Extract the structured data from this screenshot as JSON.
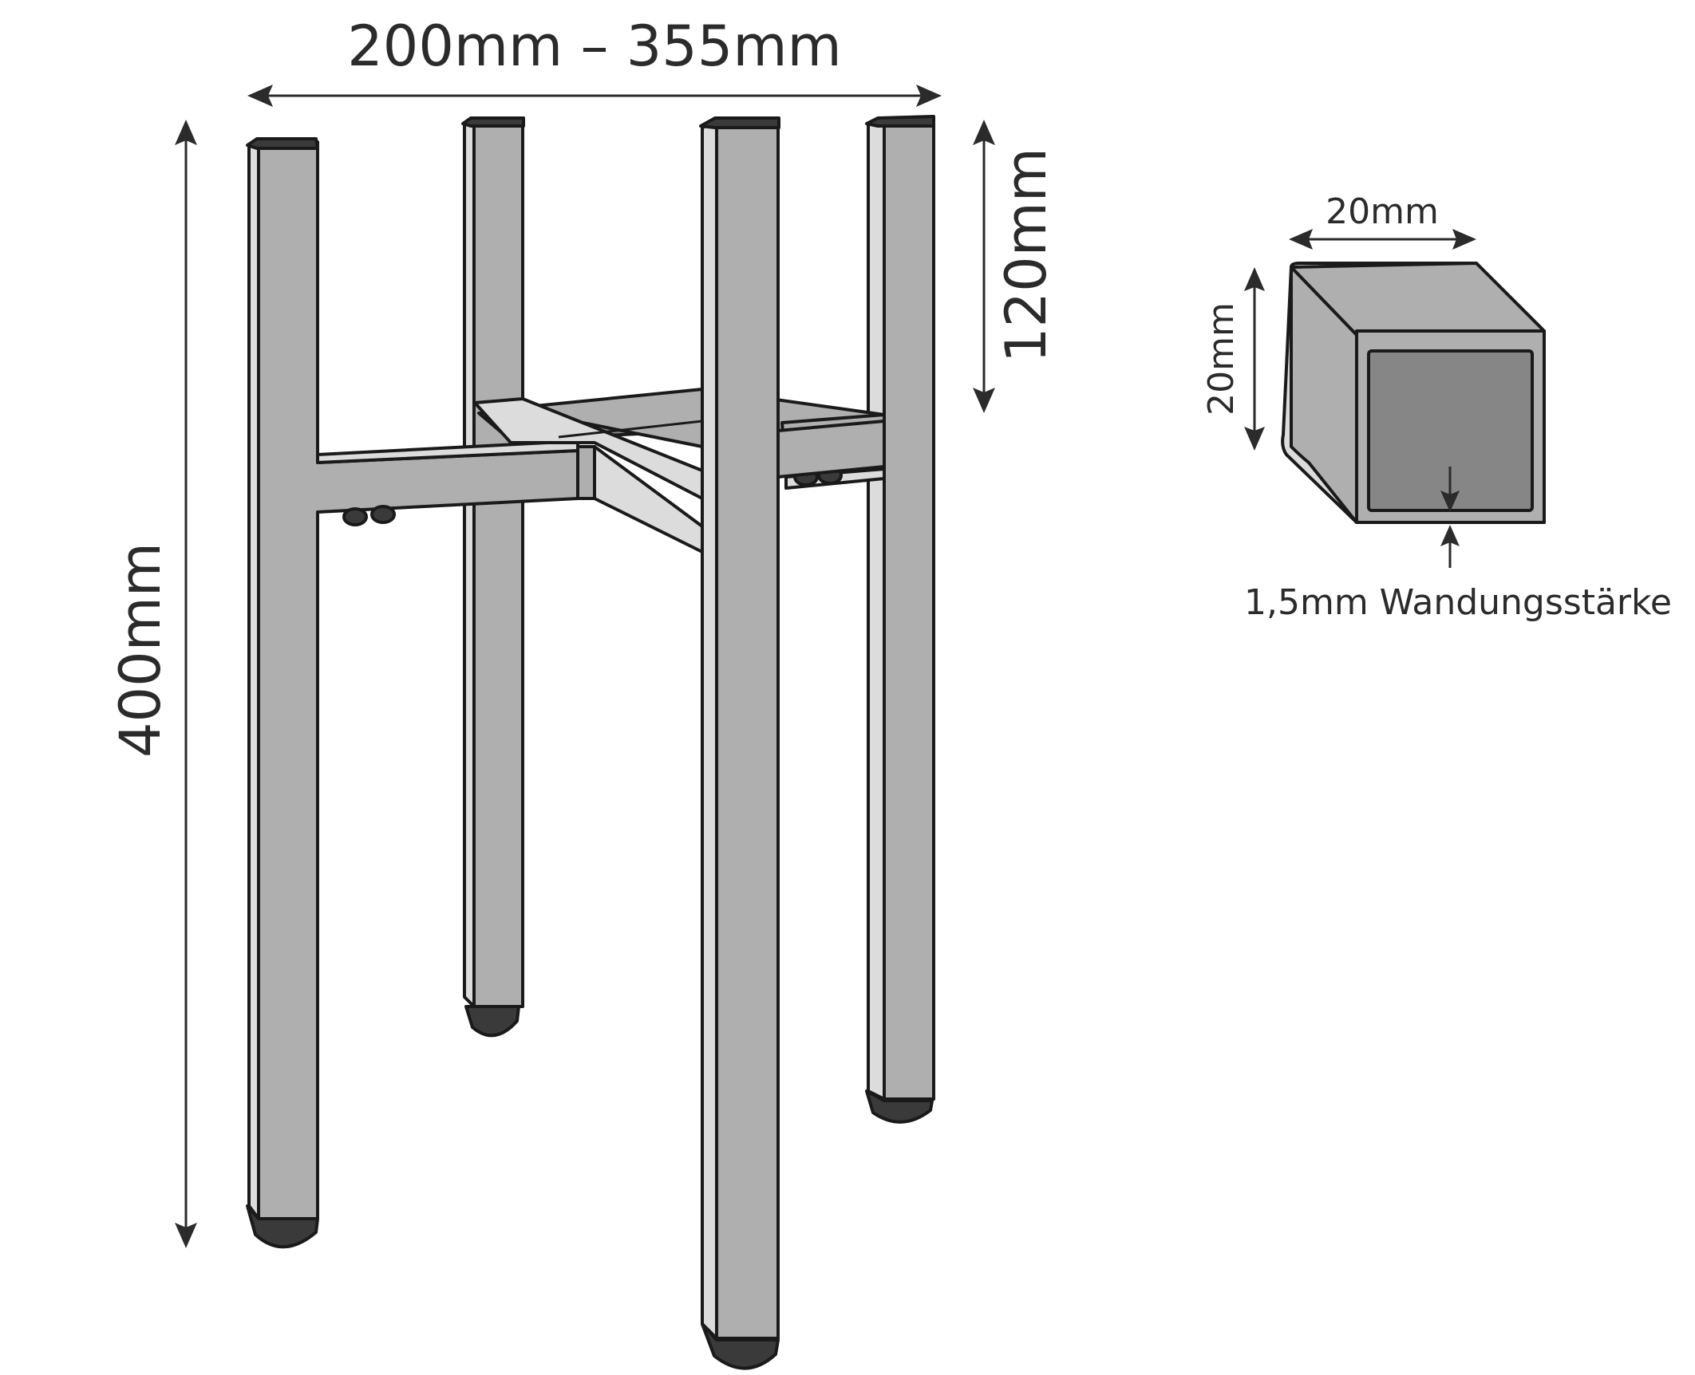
{
  "dimensions": {
    "width": "200mm – 355mm",
    "height": "400mm",
    "ring_height": "120mm"
  },
  "profile": {
    "width": "20mm",
    "height": "20mm",
    "wall": "1,5mm Wandungsstärke"
  },
  "colors": {
    "metal_face": "#b0afaf",
    "metal_light": "#dcdcdc",
    "metal_dark": "#8a8888",
    "inner_hole": "#878686",
    "foot": "#3a3a3a",
    "outline": "#1a1a1a",
    "dim_line": "#2b2b2b"
  }
}
